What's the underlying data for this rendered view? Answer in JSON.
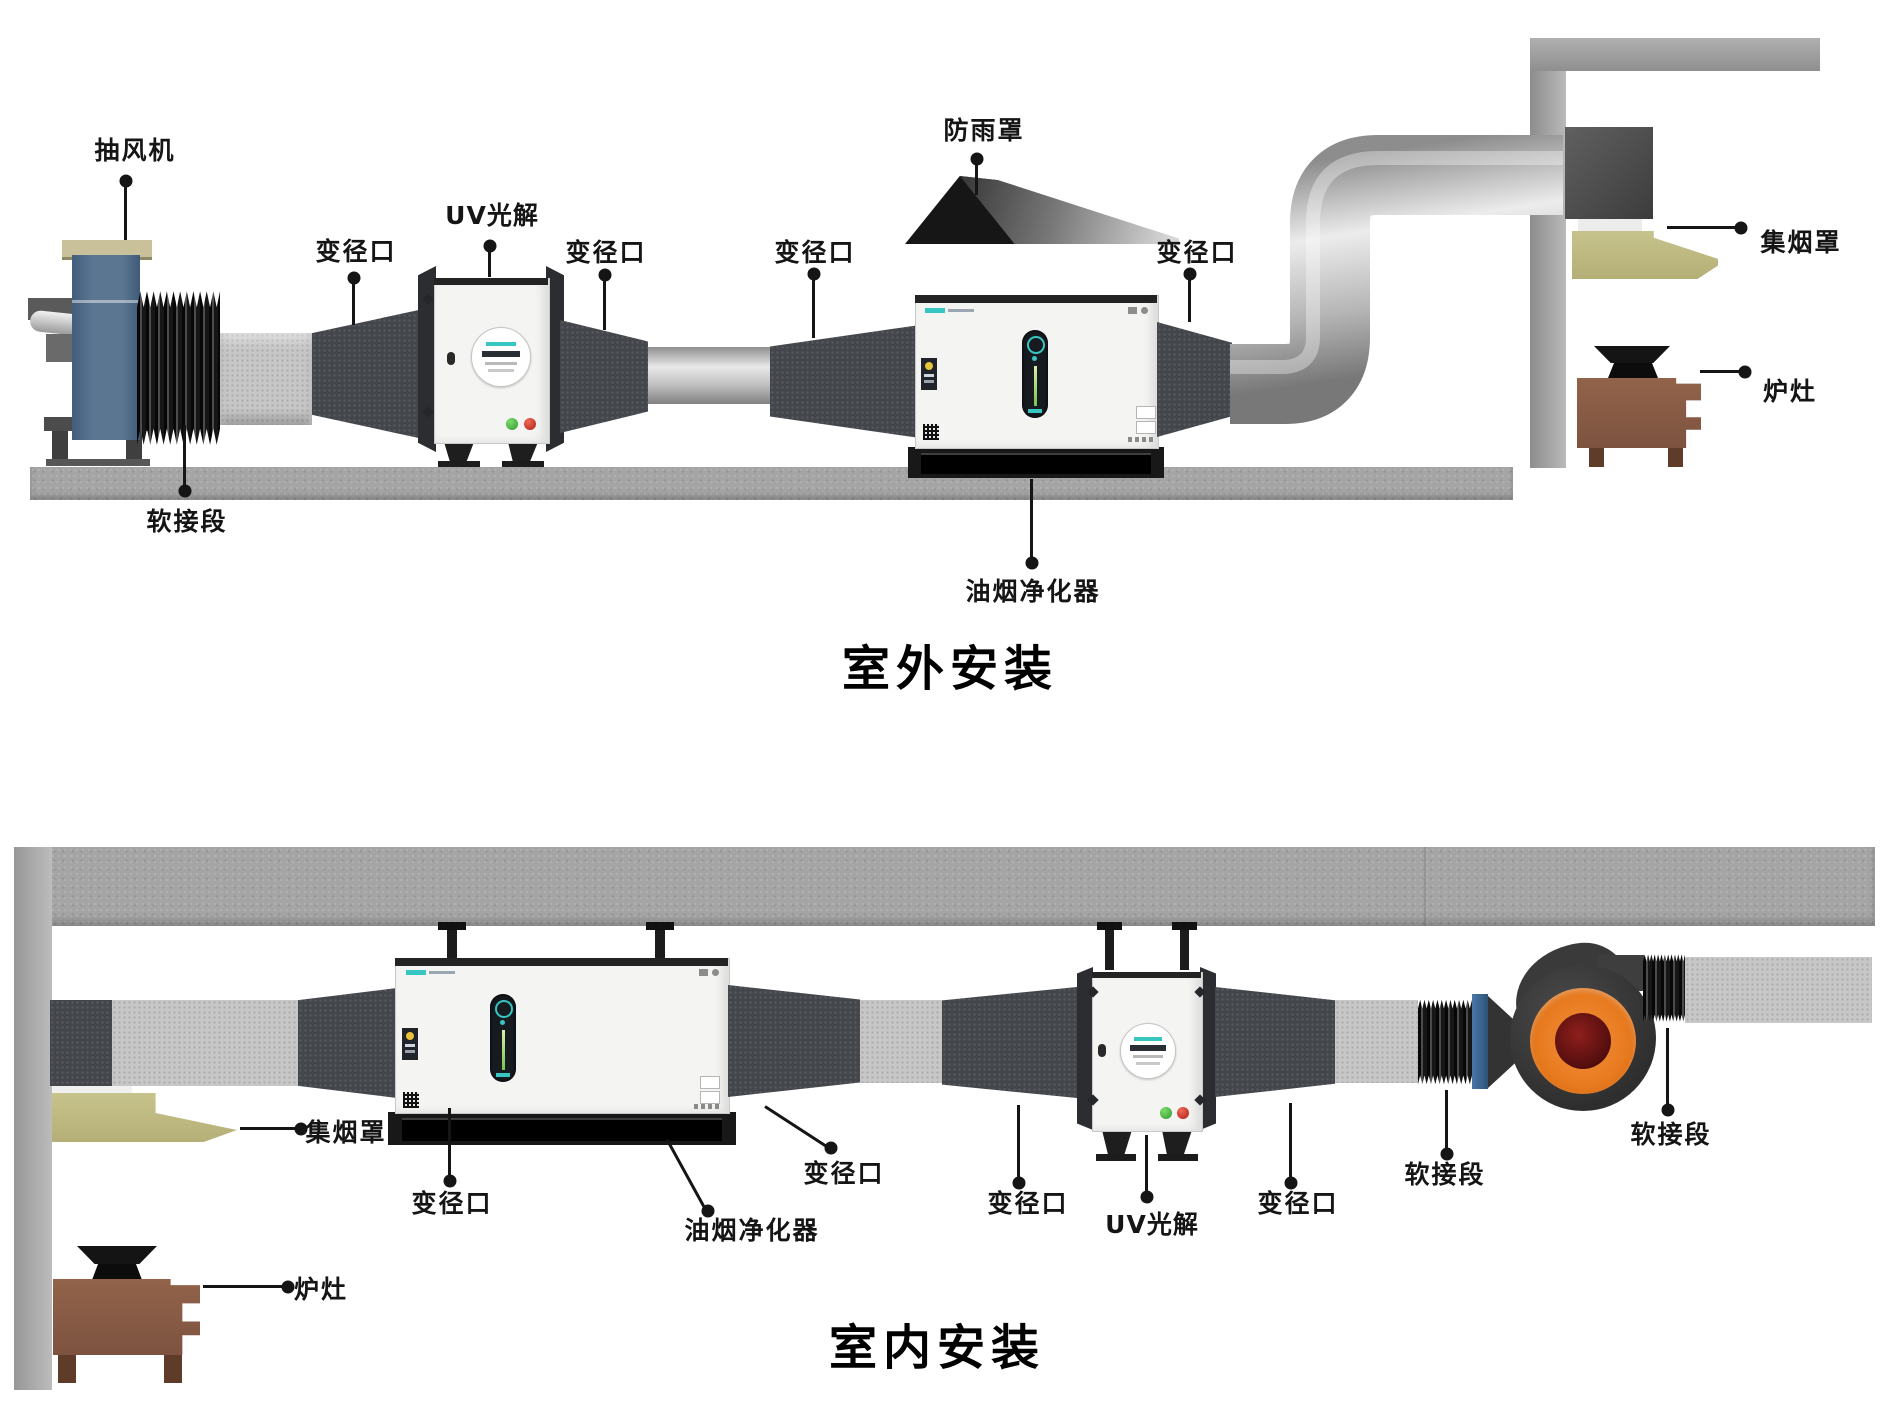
{
  "terms": {
    "exhaust_fan": "抽风机",
    "flex_joint": "软接段",
    "reducer": "变径口",
    "uv_photolysis": "UV光解",
    "rain_cover": "防雨罩",
    "fume_purifier": "油烟净化器",
    "smoke_hood": "集烟罩",
    "stove": "炉灶"
  },
  "outdoor": {
    "title": "室外安装"
  },
  "indoor": {
    "title": "室内安装"
  },
  "palette": {
    "background": "#ffffff",
    "label_color": "#151515",
    "dark_duct": "#43464b",
    "light_duct": "#c7c7c7",
    "silver_duct": "#d9d9d9",
    "concrete_gray": "#a5a5a5",
    "hood_khaki": "#bfbb83",
    "fan_body_blue": "#53708e",
    "fan_cap_tan": "#c8c199",
    "stove_brown": "#8a5c45",
    "scroll_fan_orange": "#e87a1e",
    "scroll_fan_red": "#6d1412",
    "flange_blue": "#3f6a99",
    "button_green": "#3fae3f",
    "button_red": "#cc2222",
    "accent_teal": "#38c6c2"
  }
}
